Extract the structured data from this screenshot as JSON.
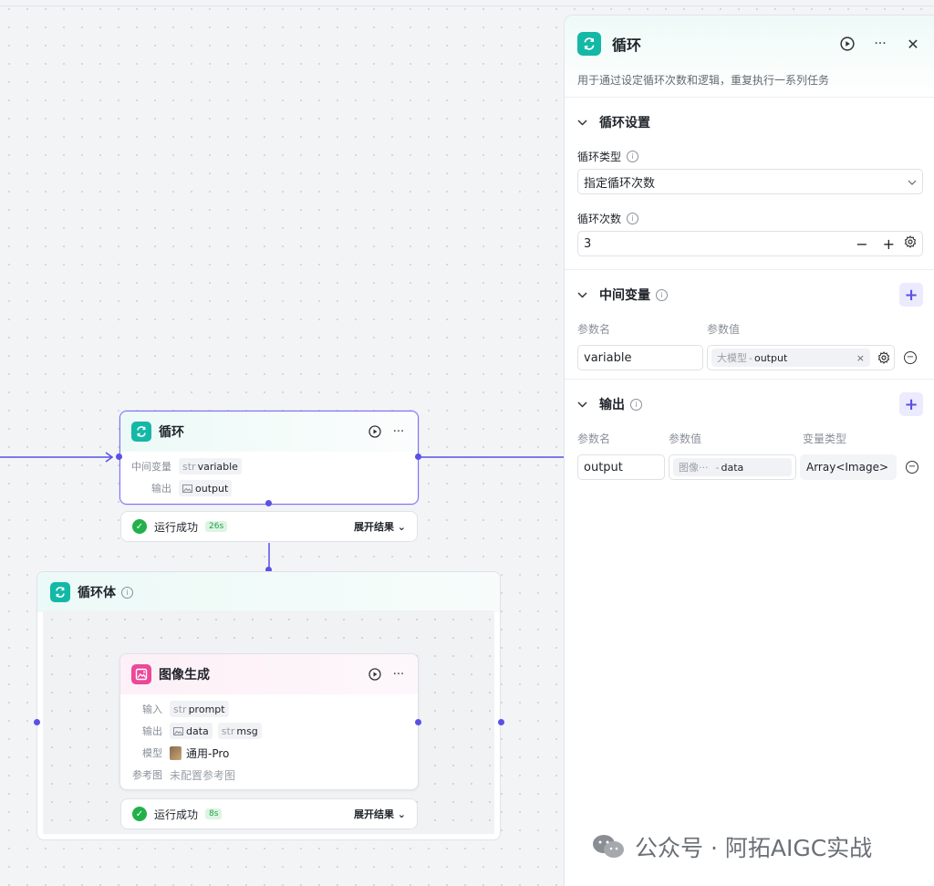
{
  "loop_node": {
    "title": "循环",
    "rows": [
      {
        "label": "中间变量",
        "type": "str",
        "name": "variable"
      },
      {
        "label": "输出",
        "name": "output"
      }
    ],
    "status": "运行成功",
    "time": "26s",
    "expand": "展开结果 ⌄"
  },
  "loop_body": {
    "title": "循环体"
  },
  "image_node": {
    "title": "图像生成",
    "input_label": "输入",
    "input": {
      "type": "str",
      "name": "prompt"
    },
    "output_label": "输出",
    "outputs": [
      {
        "name": "data"
      },
      {
        "type": "str",
        "name": "msg"
      }
    ],
    "model_label": "模型",
    "model": "通用-Pro",
    "ref_label": "参考图",
    "ref_value": "未配置参考图",
    "status": "运行成功",
    "time": "8s",
    "expand": "展开结果 ⌄"
  },
  "panel": {
    "title": "循环",
    "description": "用于通过设定循环次数和逻辑，重复执行一系列任务",
    "loop_settings": {
      "title": "循环设置",
      "type_label": "循环类型",
      "type_value": "指定循环次数",
      "count_label": "循环次数",
      "count_value": "3"
    },
    "intermediate": {
      "title": "中间变量",
      "col_name": "参数名",
      "col_value": "参数值",
      "row": {
        "name": "variable",
        "ref_source": "大模型",
        "ref_field": "output"
      }
    },
    "output": {
      "title": "输出",
      "col_name": "参数名",
      "col_value": "参数值",
      "col_type": "变量类型",
      "row": {
        "name": "output",
        "ref_source": "图像···",
        "ref_field": "data",
        "type": "Array<Image>"
      }
    }
  },
  "watermark": {
    "text": "公众号 · 阿拓AIGC实战"
  },
  "colors": {
    "accent": "#5b50e6",
    "teal": "#14b8a6",
    "pink": "#ec4899",
    "success": "#22b04b"
  }
}
